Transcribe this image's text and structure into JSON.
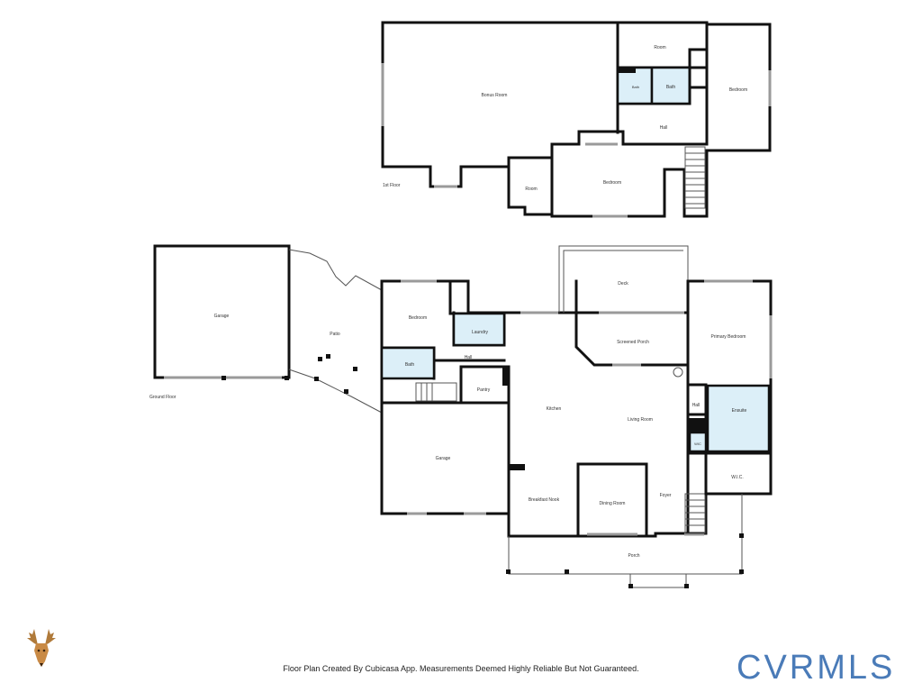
{
  "floors": {
    "upper_label": "1st Floor",
    "ground_label": "Ground Floor"
  },
  "rooms_upper": {
    "bonus_room": "Bonus Room",
    "room_top": "Room",
    "bath_small": "Bath",
    "bath": "Bath",
    "bedroom_right": "Bedroom",
    "hall": "Hall",
    "room_small": "Room",
    "bedroom_mid": "Bedroom"
  },
  "rooms_ground": {
    "garage_detached": "Garage",
    "patio": "Patio",
    "bedroom": "Bedroom",
    "laundry": "Laundry",
    "bath": "Bath",
    "hall_left": "Hall",
    "pantry": "Pantry",
    "garage": "Garage",
    "kitchen": "Kitchen",
    "breakfast_nook": "Breakfast Nook",
    "dining_room": "Dining Room",
    "deck": "Deck",
    "screened_porch": "Screened Porch",
    "living_room": "Living Room",
    "foyer": "Foyer",
    "porch": "Porch",
    "primary_bedroom": "Primary Bedroom",
    "hall_right": "Hall",
    "ensuite": "Ensuite",
    "wic_small": "WIC",
    "wic": "W.I.C."
  },
  "footer": {
    "disclaimer": "Floor Plan Created By Cubicasa App. Measurements Deemed Highly Reliable But Not Guaranteed."
  },
  "brand": {
    "name": "CVRMLS",
    "accent_color": "#4a7bb8"
  },
  "icons": {
    "logo_left": "deer-head-icon",
    "logo_right": "cvrmls-logo-icon"
  }
}
